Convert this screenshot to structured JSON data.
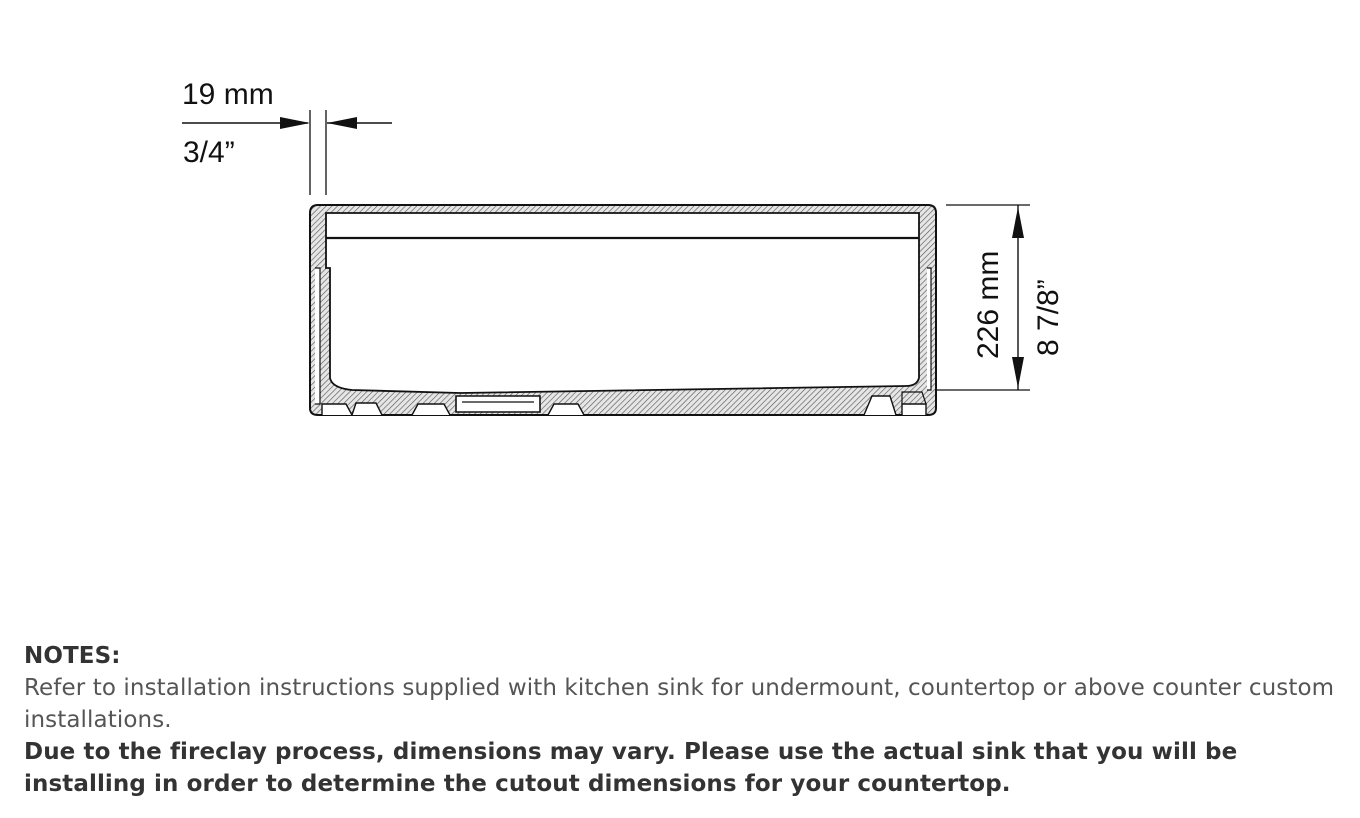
{
  "diagram": {
    "wall_thickness": {
      "metric": "19 mm",
      "imperial": "3/4”"
    },
    "height": {
      "metric": "226 mm",
      "imperial": "8 7/8”"
    },
    "colors": {
      "line": "#111111",
      "hatch": "#7a7a7a"
    }
  },
  "notes": {
    "heading": "NOTES:",
    "line1": "Refer to installation instructions supplied with kitchen sink for undermount, countertop or above counter custom installations.",
    "line2": "Due to the fireclay process, dimensions may vary. Please use the actual sink that you will be installing in order to determine the cutout dimensions for your countertop."
  }
}
